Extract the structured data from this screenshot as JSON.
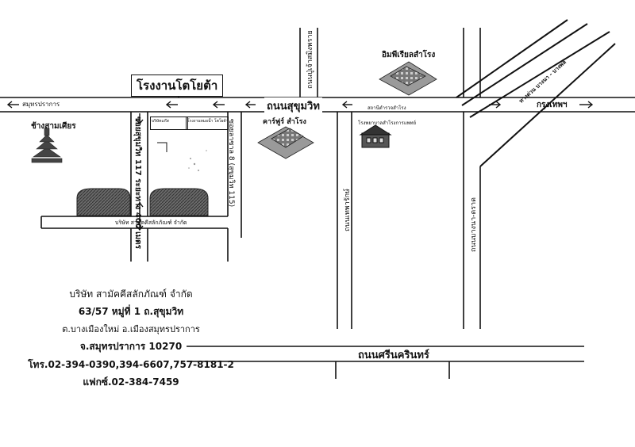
{
  "map": {
    "roads": {
      "sukhumvit": "ถนนสุขุมวิท",
      "srinakarin": "ถนนศรีนครินทร์",
      "soi_117": "ซอยสุขุมวิท 117 ระยะทาง 400 เมตร",
      "soi_115": "ซอยลาซาล 8 (สุขุมวิท 115)",
      "north_road": "ถนนปู่เจ้าสมิงพราย",
      "left_vertical": "ถนนเทพารักษ์",
      "right_vertical": "ถนนบางนา-ตราด",
      "expressway": "ทางด่วน บางนา - บางพลี"
    },
    "directions": {
      "west": "สมุทรปราการ",
      "east": "กรุงเทพฯ"
    },
    "landmarks": {
      "toyota": "โรงงานโตโยต้า",
      "imperial": "อิมพีเรียลสำโรง",
      "carrefour": "คาร์ฟูร์ สำโรง",
      "pagoda": "ช้างสามเศียร",
      "samrong_station": "สถานีตำรวจสำโรง",
      "hospital": "โรงพยาบาลสำโรงการแพทย์",
      "small_box_1": "บริษัทแก๊ส",
      "small_box_2": "โรงงานหมอน้ำ โตโยต้า",
      "company": "บริษัท สามัคคีสลักภัณฑ์ จำกัด"
    },
    "address": {
      "line1": "บริษัท สามัคคีสลักภัณฑ์ จำกัด",
      "line2": "63/57 หมู่ที่ 1 ถ.สุขุมวิท",
      "line3": "ต.บางเมืองใหม่ อ.เมืองสมุทรปราการ",
      "line4": "จ.สมุทรปราการ 10270",
      "line5": "โทร.02-394-0390,394-6607,757-8181-2",
      "line6": "แฟกซ์.02-384-7459"
    }
  },
  "colors": {
    "ink": "#111111",
    "building": "#555555",
    "paper": "#ffffff"
  }
}
